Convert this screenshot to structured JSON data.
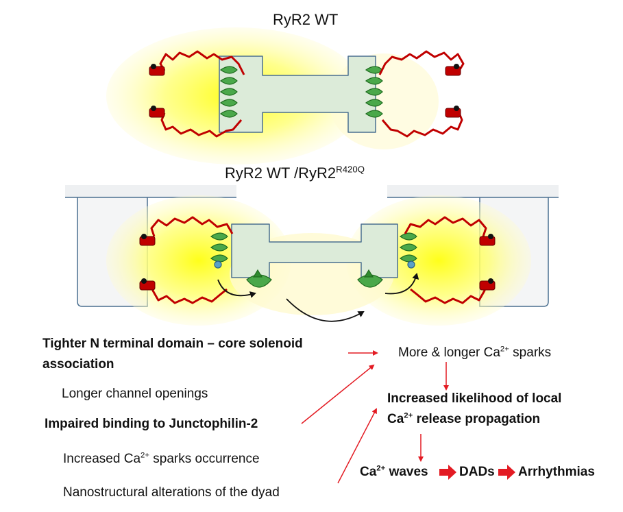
{
  "titles": {
    "wt": "RyR2 WT",
    "mixed_main": "RyR2 WT /RyR2",
    "mixed_sup": "R420Q"
  },
  "left_text": {
    "tighter_1": "Tighter N terminal domain – core solenoid",
    "tighter_2": "association",
    "longer_openings": "Longer channel openings",
    "impaired": "Impaired binding  to Junctophilin-2",
    "sparks_pre": "Increased Ca",
    "sparks_sup": "2+",
    "sparks_post": " sparks occurrence",
    "nano": "Nanostructural alterations of the dyad"
  },
  "right_text": {
    "more_pre": "More & longer Ca",
    "more_sup": "2+",
    "more_post": " sparks",
    "likelihood_1": "Increased likelihood of local",
    "likelihood_2_pre": "Ca",
    "likelihood_2_sup": "2+",
    "likelihood_2_post": " release propagation",
    "waves_pre": "Ca",
    "waves_sup": "2+",
    "waves_post": " waves",
    "dads": "DADs",
    "arrhythmias": "Arrhythmias"
  },
  "colors": {
    "red_arrow": "#e31b23",
    "glow": "#ffff00",
    "channel_fill": "#dcebd9",
    "channel_stroke": "#4a6f8f",
    "helix_green": "#3f9e3f",
    "red_chain": "#c00000"
  }
}
